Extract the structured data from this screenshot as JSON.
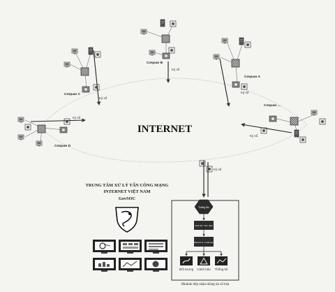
{
  "diagram": {
    "center_title": "INTERNET",
    "sites": {
      "top": {
        "name": "Cơquan B",
        "signature": "Ký số"
      },
      "left_upper": {
        "name": "Cơquan C",
        "signature": "Ký số"
      },
      "right_upper": {
        "name": "Cơquan A",
        "signature": "Ký số"
      },
      "left_lower": {
        "name": "Cơquan D",
        "signature": "Ký số"
      },
      "right_lower": {
        "name": "Cơquan ...",
        "signature": "Ký số"
      }
    },
    "bottom_link_signature": "Ký số",
    "center_org": {
      "line1": "TRUNG TÂM XỬ LÝ TẤN CÔNG MẠNG",
      "line2": "INTERNET VIỆT NAM",
      "line3": "GovSOC"
    },
    "module": {
      "node_top": "Tường lửa",
      "node_2": "Giải mã / Xác thực",
      "node_3": "Phân tích / Cảnh báo",
      "outputs": [
        "Đối tượng",
        "Cảnh báo",
        "Thống kê"
      ],
      "caption": "Module tiếp nhận thông tin số hóa"
    }
  }
}
